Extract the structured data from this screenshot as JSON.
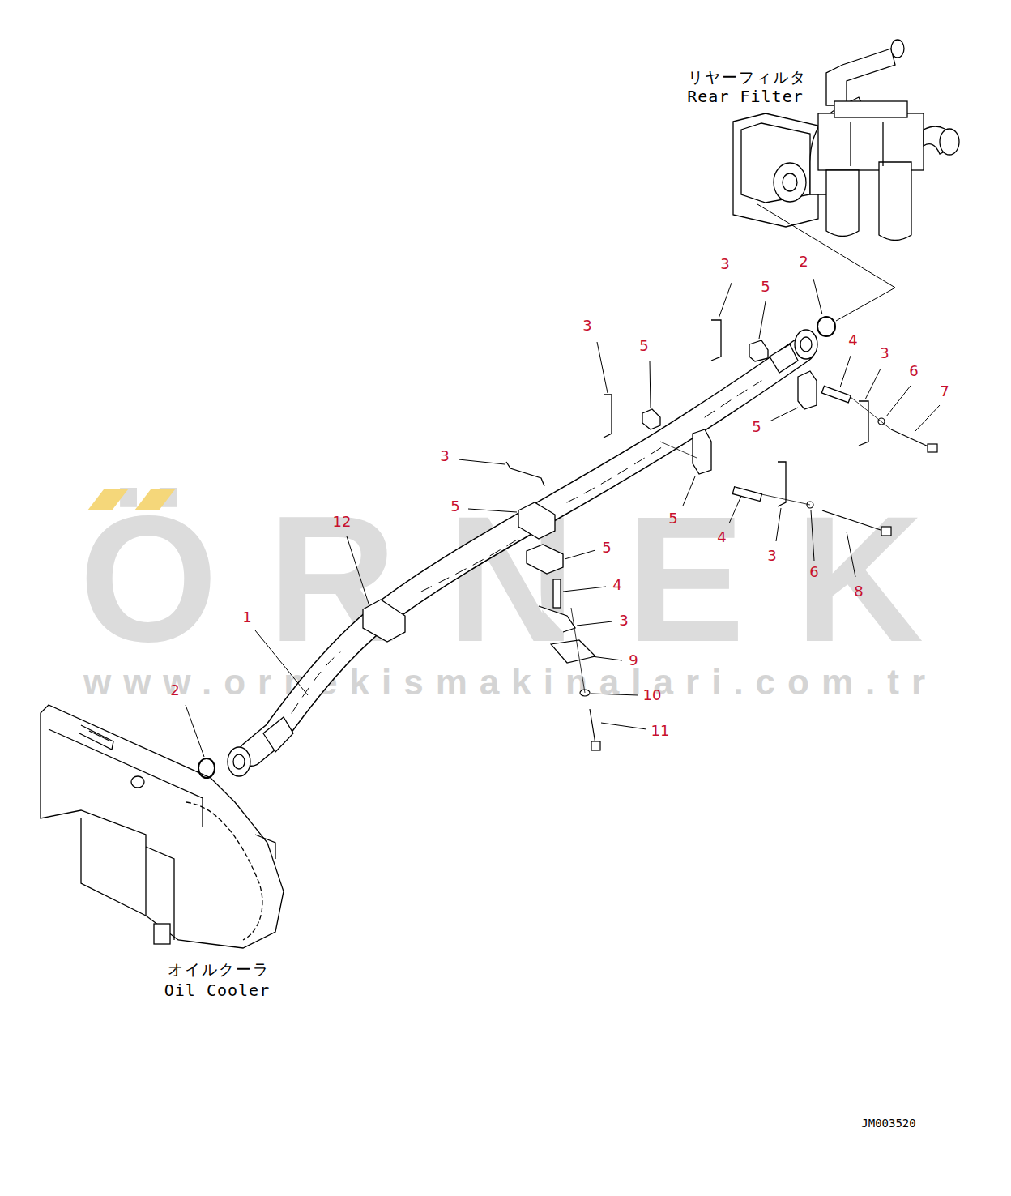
{
  "diagram": {
    "labels": [
      "リヤーフィルタ",
      "Rear Filter",
      "3",
      "2",
      "5",
      "3",
      "5",
      "4",
      "3",
      "6",
      "7",
      "5",
      "3",
      "5",
      "12",
      "5",
      "4",
      "5",
      "3",
      "6",
      "4",
      "8",
      "1",
      "3",
      "9",
      "2",
      "10",
      "11",
      "オイルクーラ",
      "Oil Cooler",
      "JM003520",
      "ÖRNEK",
      "www.ornekismakinalari.com.tr"
    ]
  }
}
